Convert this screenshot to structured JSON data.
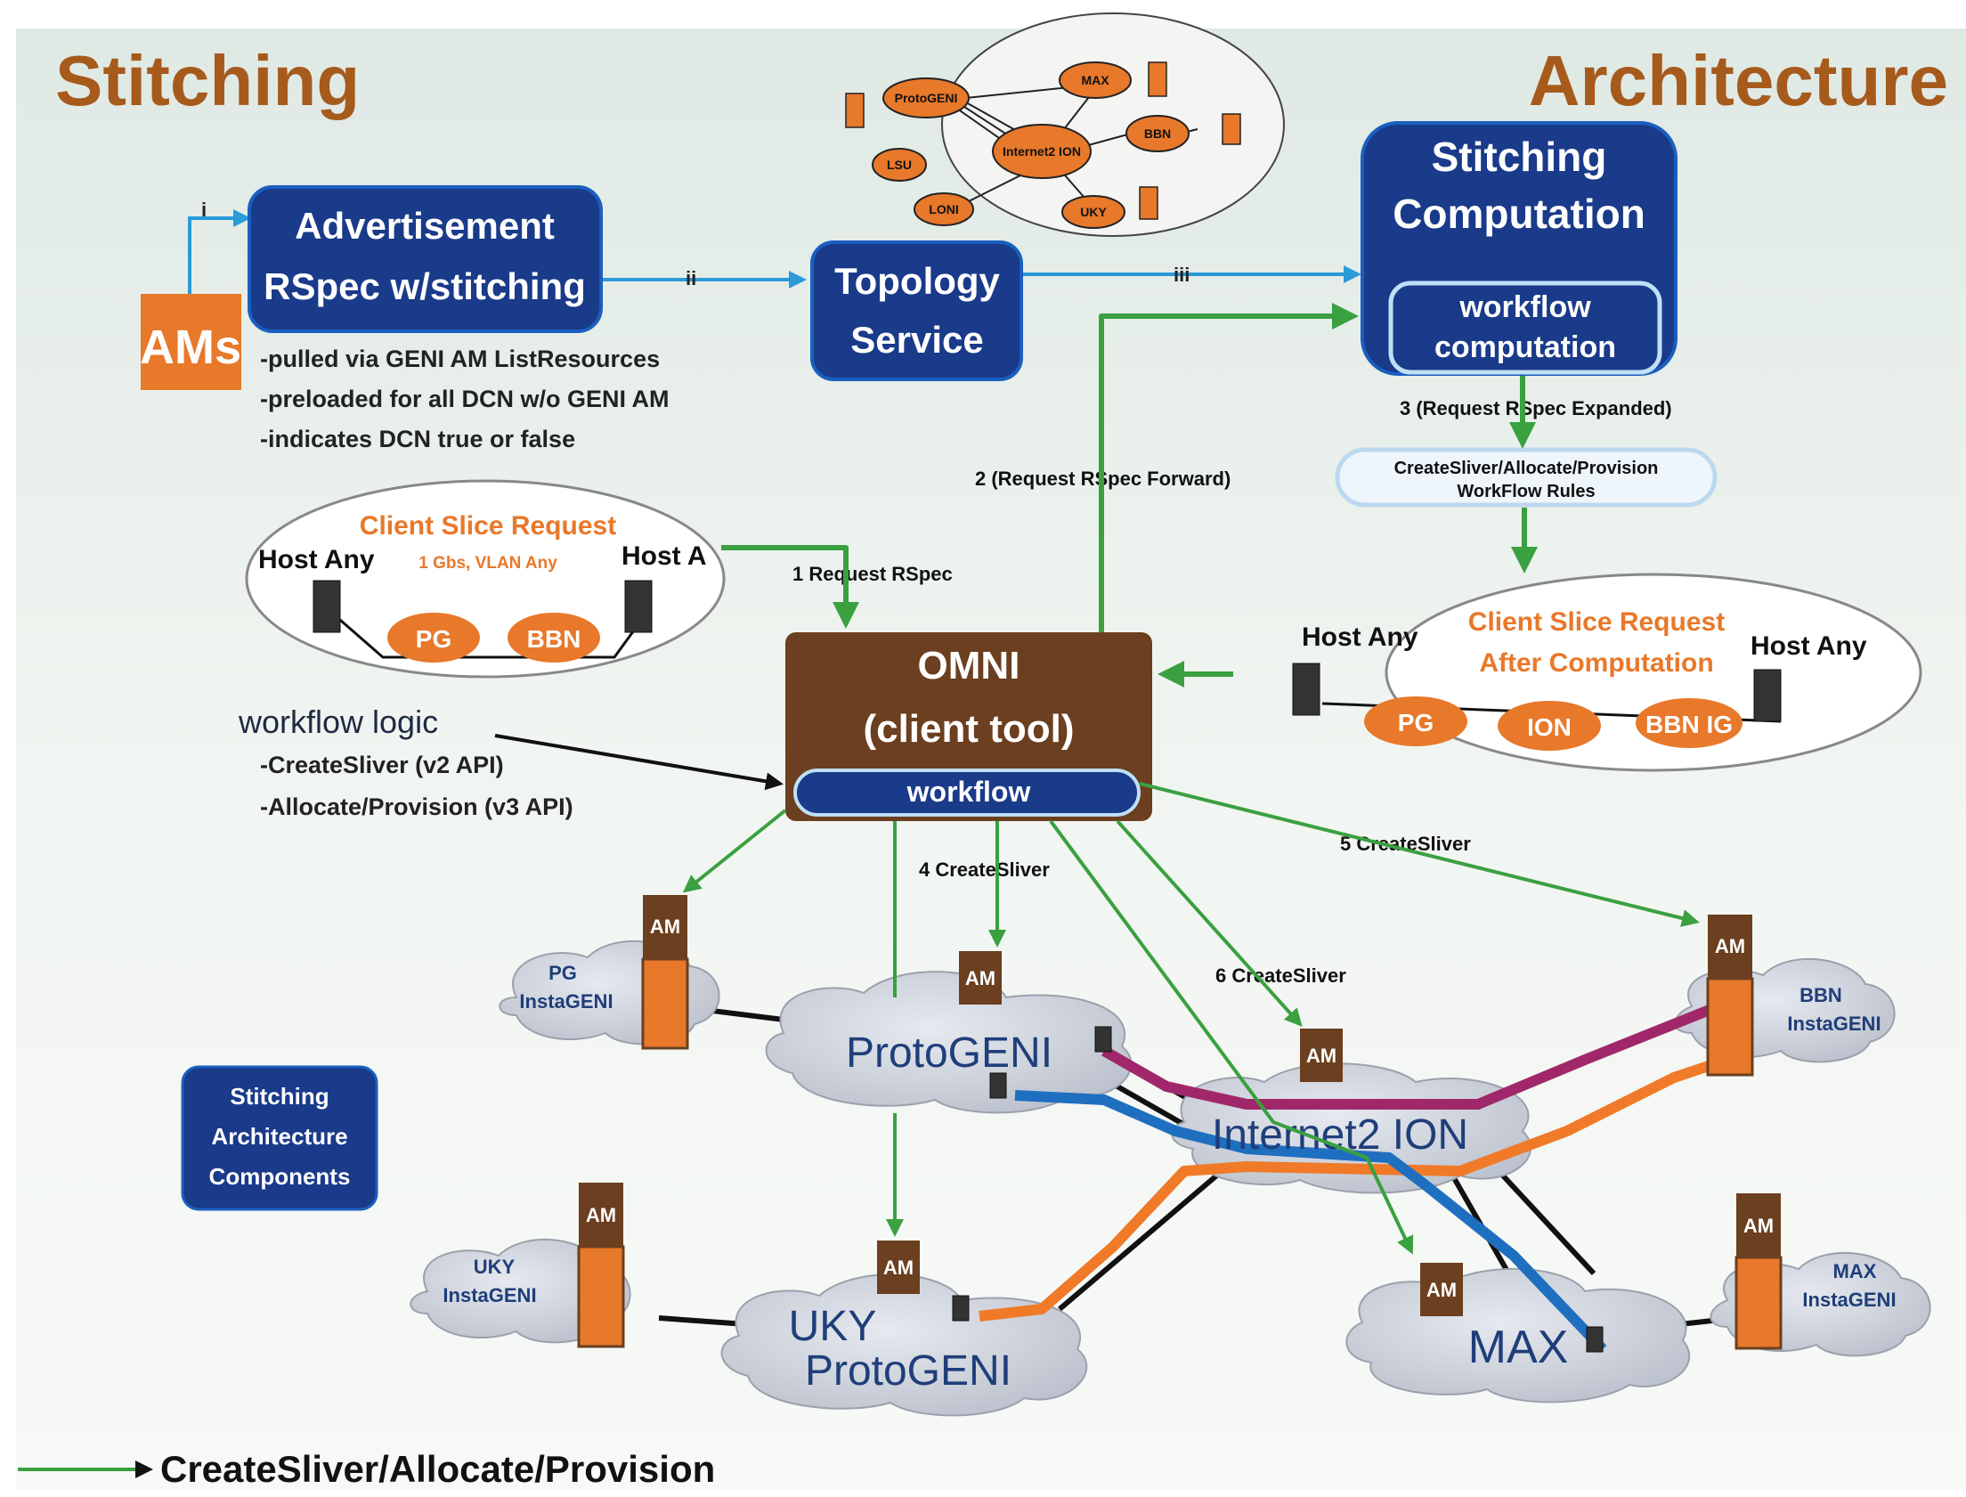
{
  "title_left": "Stitching",
  "title_right": "Architecture",
  "colors": {
    "title": "#a65a1c",
    "navy": "#1a3a8a",
    "arrow_green": "#3aa040",
    "info_blue": "#2a9ad8",
    "omni_brown": "#6b3f1f",
    "am_orange": "#e8782a",
    "am_brown": "#6b3f1f",
    "path_magenta": "#a0286a",
    "path_orange": "#f07a28",
    "path_blue": "#1f6fc0",
    "cloud": "#c9ced8"
  },
  "ams_label": "AMs",
  "advert": {
    "line1": "Advertisement",
    "line2": "RSpec w/stitching"
  },
  "advert_notes": [
    "-pulled via GENI AM ListResources",
    "-preloaded for all DCN w/o GENI AM",
    "-indicates DCN true or false"
  ],
  "topology": {
    "line1": "Topology",
    "line2": "Service"
  },
  "stitching_comp": {
    "line1": "Stitching",
    "line2": "Computation"
  },
  "workflow_comp": {
    "line1": "workflow",
    "line2": "computation"
  },
  "roman": {
    "i": "i",
    "ii": "ii",
    "iii": "iii"
  },
  "topo_map": {
    "nodes": [
      "ProtoGENI",
      "MAX",
      "Internet2 ION",
      "BBN",
      "LSU",
      "LONI",
      "UKY"
    ]
  },
  "step_labels": {
    "s1": "1 Request RSpec",
    "s2": "2 (Request RSpec Forward)",
    "s3": "3 (Request RSpec Expanded)",
    "s4": "4 CreateSliver",
    "s5": "5 CreateSliver",
    "s6": "6 CreateSliver"
  },
  "workflow_rules": {
    "line1": "CreateSliver/Allocate/Provision",
    "line2": "WorkFlow Rules"
  },
  "client_req": {
    "title": "Client Slice Request",
    "subtitle": "1 Gbs, VLAN Any",
    "host_left": "Host Any",
    "host_right": "Host A",
    "node1": "PG",
    "node2": "BBN"
  },
  "client_after": {
    "title1": "Client Slice Request",
    "title2": "After Computation",
    "host_left": "Host Any",
    "host_right": "Host Any",
    "node1": "PG",
    "node2": "ION",
    "node3": "BBN IG"
  },
  "omni": {
    "line1": "OMNI",
    "line2": "(client tool)",
    "workflow": "workflow"
  },
  "workflow_logic": {
    "title": "workflow logic",
    "items": [
      "-CreateSliver (v2 API)",
      "-Allocate/Provision (v3 API)"
    ]
  },
  "am_label": "AM",
  "clouds": {
    "pg_ig": {
      "line1": "PG",
      "line2": "InstaGENI"
    },
    "protogeni": "ProtoGENI",
    "internet2": "Internet2 ION",
    "bbn_ig": {
      "line1": "BBN",
      "line2": "InstaGENI"
    },
    "uky_ig": {
      "line1": "UKY",
      "line2": "InstaGENI"
    },
    "uky_pg": {
      "line1": "UKY",
      "line2": "ProtoGENI"
    },
    "max": "MAX",
    "max_ig": {
      "line1": "MAX",
      "line2": "InstaGENI"
    }
  },
  "components": {
    "line1": "Stitching",
    "line2": "Architecture",
    "line3": "Components"
  },
  "legend": "CreateSliver/Allocate/Provision"
}
